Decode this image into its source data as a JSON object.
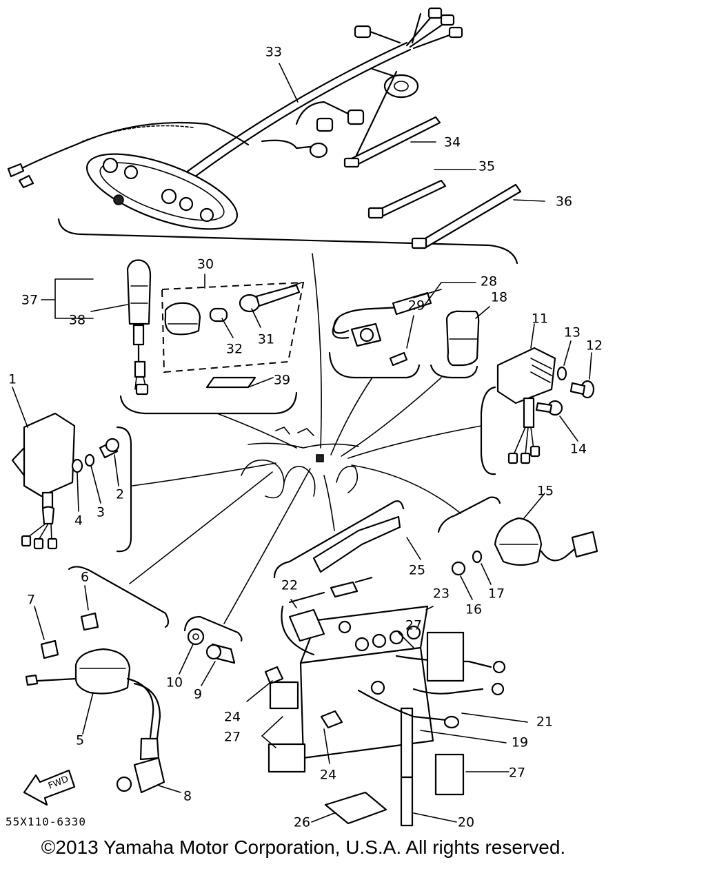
{
  "diagram": {
    "drawing_number": "55X110-6330",
    "fwd_label": "FWD",
    "copyright": "©2013 Yamaha Motor Corporation, U.S.A. All rights reserved.",
    "callouts": [
      "1",
      "2",
      "3",
      "4",
      "5",
      "6",
      "7",
      "8",
      "9",
      "10",
      "11",
      "12",
      "13",
      "14",
      "15",
      "16",
      "17",
      "18",
      "19",
      "20",
      "21",
      "22",
      "23",
      "24",
      "24",
      "25",
      "26",
      "27",
      "27",
      "27",
      "27",
      "28",
      "29",
      "30",
      "31",
      "32",
      "33",
      "34",
      "35",
      "36",
      "37",
      "38",
      "39"
    ]
  }
}
